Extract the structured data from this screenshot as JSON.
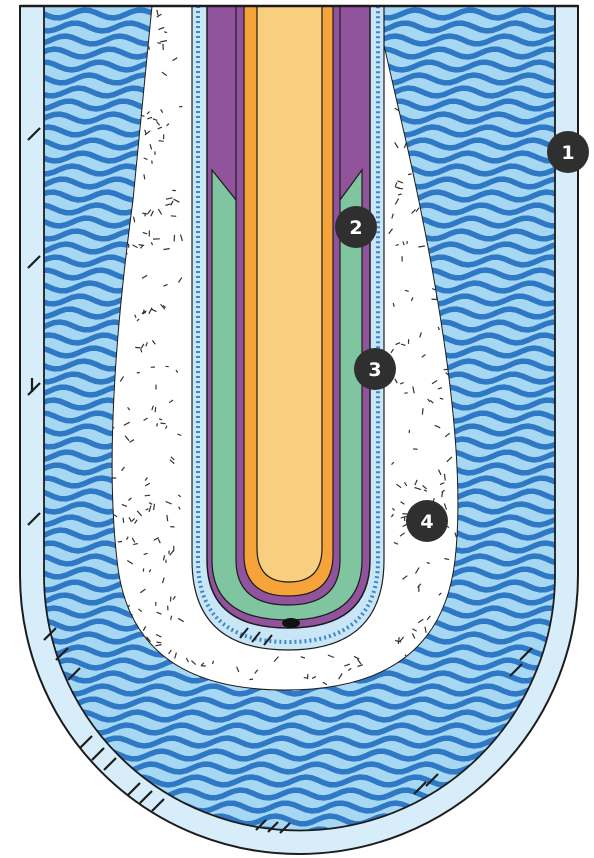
{
  "colors": {
    "outer_tube_fill": "#d7eefa",
    "water_stripe_dark": "#2e78c6",
    "water_stripe_light": "#a6d8f4",
    "insulation_fill": "#ffffff",
    "insulation_fleck": "#333333",
    "inner_sheath": "#c9e6f7",
    "membrane_dots": "#3f87c9",
    "purple_layer": "#91539c",
    "green_layer": "#7fc6a0",
    "orange_layer": "#f6a43a",
    "core_fill": "#f7cf7e",
    "outline": "#1c1c1c",
    "label_badge": "#2f2f2f"
  },
  "labels": [
    {
      "id": "1",
      "text": "1"
    },
    {
      "id": "2",
      "text": "2"
    },
    {
      "id": "3",
      "text": "3"
    },
    {
      "id": "4",
      "text": "4"
    }
  ]
}
